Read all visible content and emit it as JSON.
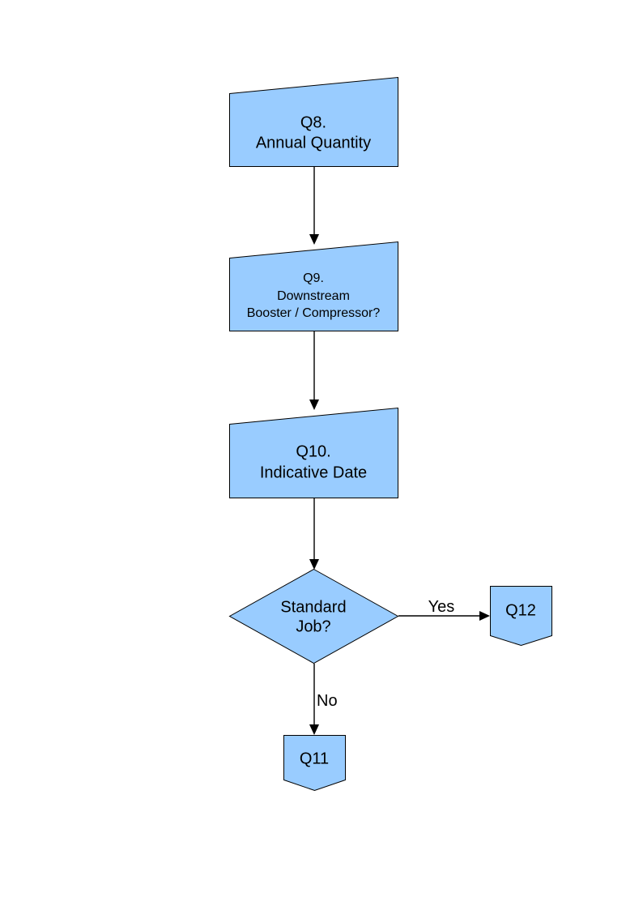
{
  "diagram": {
    "type": "flowchart",
    "title": "",
    "background_color": "#ffffff",
    "node_fill_color": "#99ccff",
    "node_border_color": "#000000",
    "text_color": "#000000",
    "nodes": [
      {
        "id": "q8",
        "shape": "slanted-data",
        "lines": [
          "Q8.",
          "Annual Quantity"
        ],
        "line1": "Q8.",
        "line2": "Annual Quantity"
      },
      {
        "id": "q9",
        "shape": "slanted-data",
        "lines": [
          "Q9.",
          "Downstream",
          "Booster / Compressor?"
        ],
        "line1": "Q9.",
        "line2": "Downstream",
        "line3": "Booster / Compressor?"
      },
      {
        "id": "q10",
        "shape": "slanted-data",
        "lines": [
          "Q10.",
          "Indicative Date"
        ],
        "line1": "Q10.",
        "line2": "Indicative Date"
      },
      {
        "id": "standard_job",
        "shape": "decision-diamond",
        "lines": [
          "Standard",
          "Job?"
        ],
        "line1": "Standard",
        "line2": "Job?"
      },
      {
        "id": "q12",
        "shape": "shield-pentagon",
        "lines": [
          "Q12"
        ],
        "line1": "Q12"
      },
      {
        "id": "q11",
        "shape": "shield-pentagon",
        "lines": [
          "Q11"
        ],
        "line1": "Q11"
      }
    ],
    "edges": [
      {
        "id": "q8-to-q9",
        "from": "q8",
        "to": "q9",
        "label": ""
      },
      {
        "id": "q9-to-q10",
        "from": "q9",
        "to": "q10",
        "label": ""
      },
      {
        "id": "q10-to-decision",
        "from": "q10",
        "to": "standard_job",
        "label": ""
      },
      {
        "id": "decision-to-q12",
        "from": "standard_job",
        "to": "q12",
        "label": "Yes"
      },
      {
        "id": "decision-to-q11",
        "from": "standard_job",
        "to": "q11",
        "label": "No"
      }
    ]
  }
}
